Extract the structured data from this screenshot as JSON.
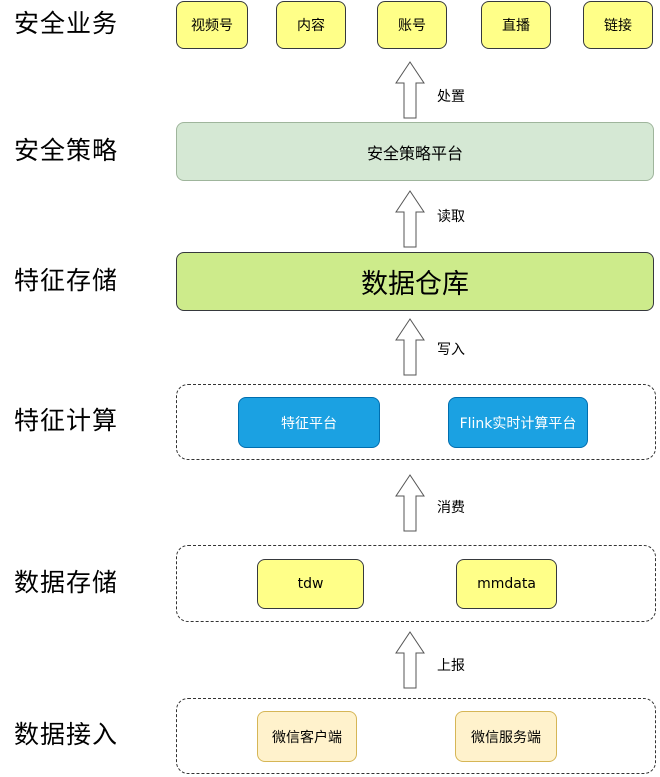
{
  "layers": {
    "business": "安全业务",
    "strategy": "安全策略",
    "feature_store": "特征存储",
    "feature_compute": "特征计算",
    "data_store": "数据存储",
    "data_ingest": "数据接入"
  },
  "business_items": [
    "视频号",
    "内容",
    "账号",
    "直播",
    "链接"
  ],
  "strategy_platform": "安全策略平台",
  "data_warehouse": "数据仓库",
  "compute_items": [
    "特征平台",
    "Flink实时计算平台"
  ],
  "storage_items": [
    "tdw",
    "mmdata"
  ],
  "ingest_items": [
    "微信客户端",
    "微信服务端"
  ],
  "arrows": [
    "处置",
    "读取",
    "写入",
    "消费",
    "上报"
  ],
  "colors": {
    "yellow": "#ffff88",
    "cream": "#fff2cc",
    "blue": "#1ba1e2",
    "light_green": "#d5e8d4",
    "green": "#cdeb8b"
  }
}
